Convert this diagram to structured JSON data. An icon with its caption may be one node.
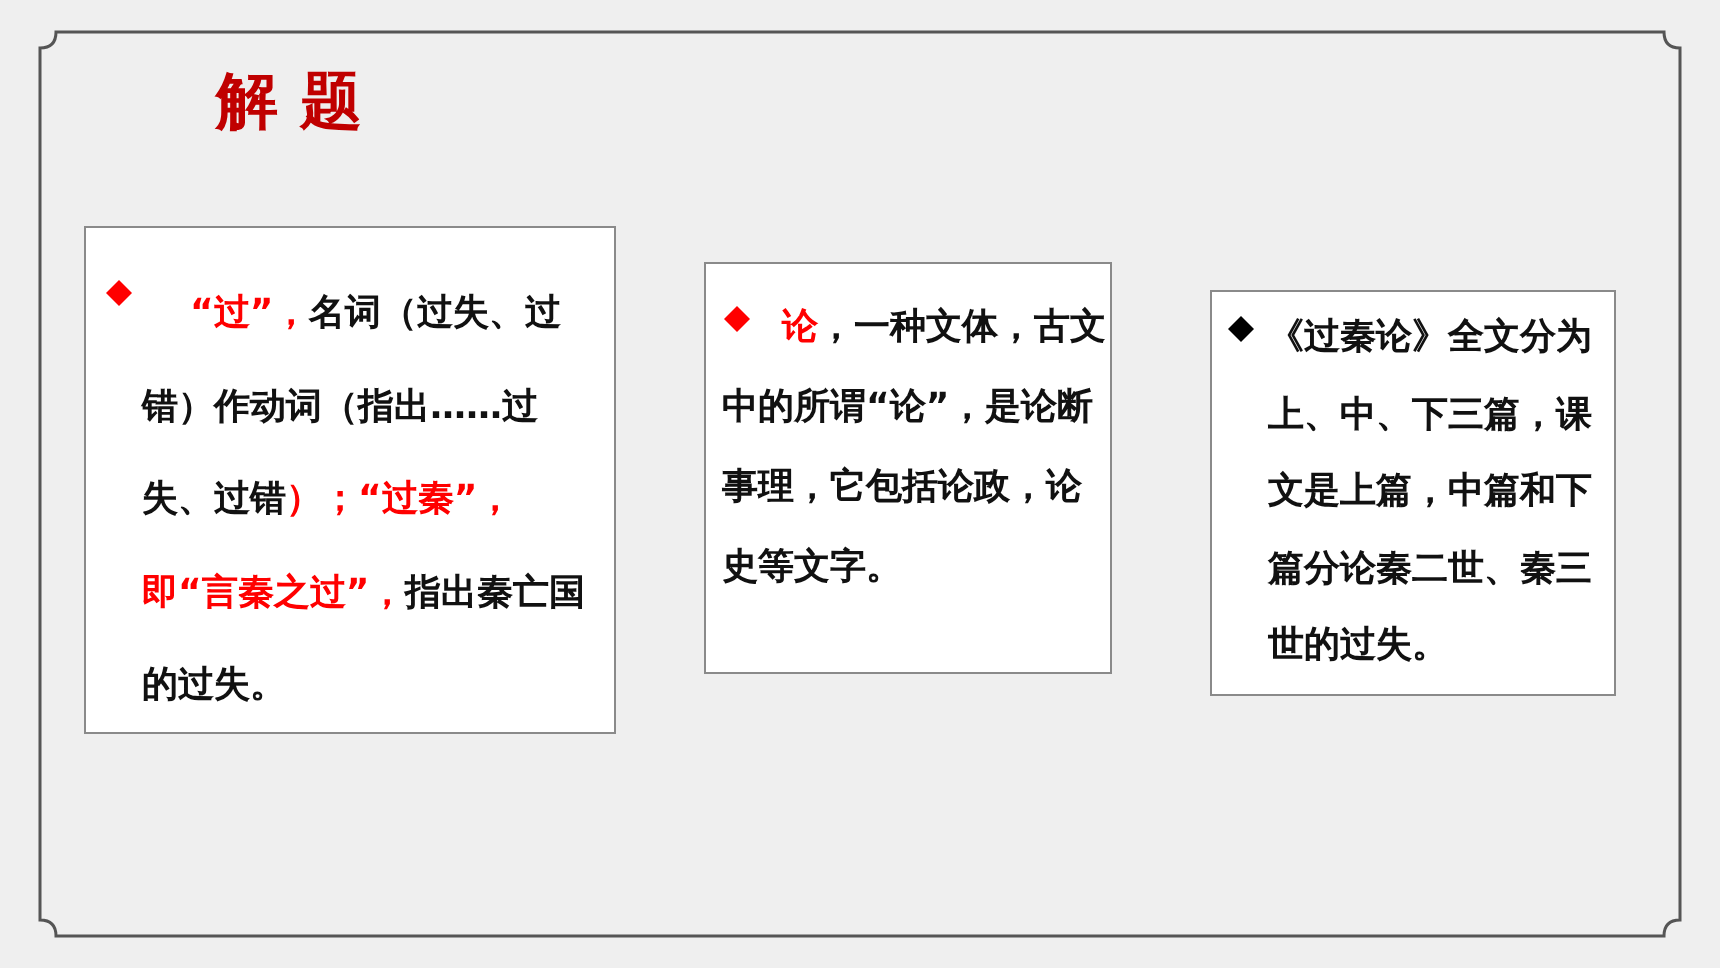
{
  "diagram": {
    "title": "解 题",
    "nodes": [
      {
        "text": [
          "“过”，名词（过失、过错）作动词（指出……过失、过错）；“过秦”，即“言秦之过”，指出秦亡国的过失。"
        ]
      },
      {
        "text": [
          "论，一种文体，古文中的所谓“论”，是论断事理，它包括论政，论史等文字。"
        ]
      },
      {
        "text": [
          "《过秦论》全文分为上、中、下三篇，课文是上篇，中篇和下篇分论秦二世、秦三世的过失。"
        ]
      }
    ]
  }
}
